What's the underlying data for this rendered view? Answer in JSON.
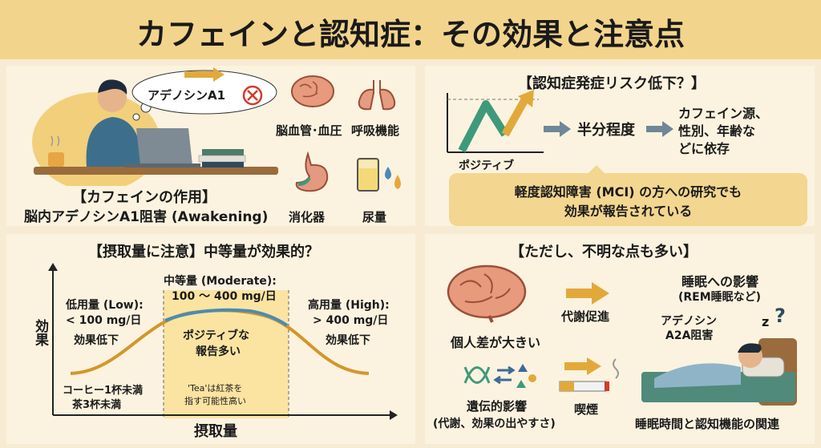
{
  "title": "カフェインと認知症：その効果と注意点",
  "action": {
    "bubble_label": "アデノシンA1",
    "heading": "【カフェインの作用】",
    "desc": "脳内アデノシンA1阻害 (Awakening)"
  },
  "organs": {
    "brain": "脳血管･血圧",
    "lungs": "呼吸機能",
    "stomach": "消化器",
    "urine": "尿量"
  },
  "risk": {
    "heading": "【認知症発症リスク低下？】",
    "chart_label": "ポジティブ",
    "half": "半分程度",
    "depends_1": "カフェイン源、",
    "depends_2": "性別、年齢な",
    "depends_3": "どに依存",
    "mci_1": "軽度認知障害 (MCI) の方への研究でも",
    "mci_2": "効果が報告されている"
  },
  "intake": {
    "heading": "【摂取量に注意】中等量が効果的？",
    "y_axis": "効果",
    "x_axis": "摂取量",
    "low_title": "低用量 (Low):",
    "low_range": "< 100 mg/日",
    "low_effect": "効果低下",
    "low_note_1": "コーヒー1杯未満",
    "low_note_2": "茶3杯未満",
    "mod_title": "中等量 (Moderate):",
    "mod_range": "100 ～ 400 mg/日",
    "mod_effect_1": "ポジティブな",
    "mod_effect_2": "報告多い",
    "mod_note_1": "'Tea'は紅茶を",
    "mod_note_2": "指す可能性高い",
    "high_title": "高用量 (High):",
    "high_range": "> 400 mg/日",
    "high_effect": "効果低下"
  },
  "unclear": {
    "heading": "【ただし、不明な点も多い】",
    "individual": "個人差が大きい",
    "metabolism": "代謝促進",
    "genetic_1": "遺伝的影響",
    "genetic_2": "(代謝、効果の出やすさ)",
    "smoking": "喫煙",
    "sleep_1": "睡眠への影響",
    "sleep_2": "(REM睡眠など)",
    "a2a_1": "アデノシン",
    "a2a_2": "A2A阻害",
    "zz": "z",
    "q": "?",
    "sleep_caption": "睡眠時間と認知機能の関連"
  },
  "colors": {
    "title_bg": "#f3d48c",
    "page_bg": "#f7ecd3",
    "curve": "#d4962a",
    "curve_top": "#4a8bb5",
    "green": "#3e9a7a",
    "arrow_gray": "#6f8797",
    "moderate_fill": "#fbe4a2"
  }
}
